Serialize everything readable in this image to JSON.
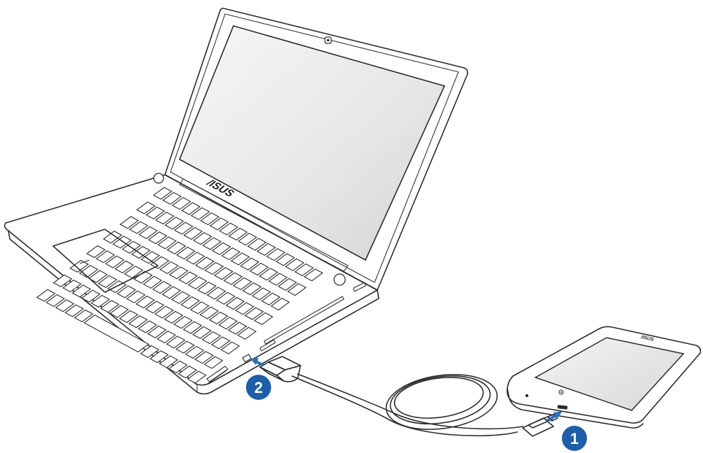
{
  "laptop": {
    "brand": "/ISUS"
  },
  "tablet": {
    "brand": "/ISUS"
  },
  "callouts": [
    {
      "number": "1"
    },
    {
      "number": "2"
    }
  ],
  "colors": {
    "callout_fill": "#1f5ea8",
    "arrow": "#2a6fb8",
    "screen_light": "#f3f3f3",
    "screen_dark": "#d6d6d6",
    "outline": "#2a2a2a"
  },
  "icons": {
    "laptop": "laptop-icon",
    "tablet": "tablet-icon",
    "cable": "usb-cable-icon",
    "arrow": "connection-arrow-icon"
  }
}
